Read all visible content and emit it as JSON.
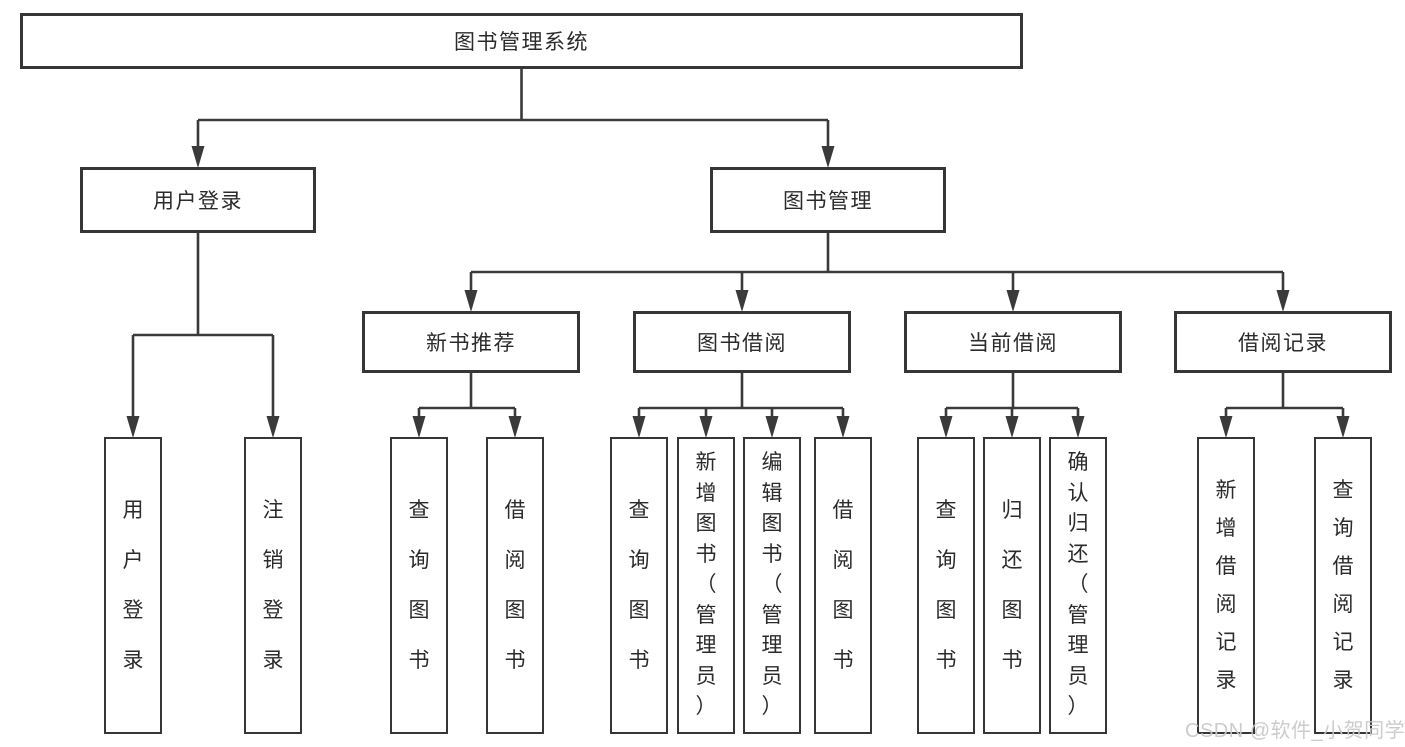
{
  "diagram_title": "图书管理系统",
  "nodes": {
    "root": {
      "label": "图书管理系统"
    },
    "user_login": {
      "label": "用户登录"
    },
    "book_mgmt": {
      "label": "图书管理"
    },
    "new_book_rec": {
      "label": "新书推荐"
    },
    "book_borrow": {
      "label": "图书借阅"
    },
    "current_borrow": {
      "label": "当前借阅"
    },
    "borrow_record": {
      "label": "借阅记录"
    },
    "leaf_user_login": {
      "label": "用户登录"
    },
    "leaf_logout": {
      "label": "注销登录"
    },
    "leaf_query_book_rec": {
      "label": "查询图书"
    },
    "leaf_borrow_book_rec": {
      "label": "借阅图书"
    },
    "leaf_query_book_borrow": {
      "label": "查询图书"
    },
    "leaf_add_book": {
      "label": "新增图书（管理员）"
    },
    "leaf_edit_book": {
      "label": "编辑图书（管理员）"
    },
    "leaf_borrow_book": {
      "label": "借阅图书"
    },
    "leaf_query_book_current": {
      "label": "查询图书"
    },
    "leaf_return_book": {
      "label": "归还图书"
    },
    "leaf_confirm_return": {
      "label": "确认归还（管理员）"
    },
    "leaf_add_borrow_record": {
      "label": "新增借阅记录"
    },
    "leaf_query_borrow_record": {
      "label": "查询借阅记录"
    }
  },
  "edges": {
    "root": [
      "user_login",
      "book_mgmt"
    ],
    "user_login": [
      "leaf_user_login",
      "leaf_logout"
    ],
    "book_mgmt": [
      "new_book_rec",
      "book_borrow",
      "current_borrow",
      "borrow_record"
    ],
    "new_book_rec": [
      "leaf_query_book_rec",
      "leaf_borrow_book_rec"
    ],
    "book_borrow": [
      "leaf_query_book_borrow",
      "leaf_add_book",
      "leaf_edit_book",
      "leaf_borrow_book"
    ],
    "current_borrow": [
      "leaf_query_book_current",
      "leaf_return_book",
      "leaf_confirm_return"
    ],
    "borrow_record": [
      "leaf_add_borrow_record",
      "leaf_query_borrow_record"
    ]
  },
  "watermark": "CSDN @软件_小贺同学",
  "colors": {
    "line": "#3a3a3a",
    "box_border": "#363636",
    "text": "#2b2b2b",
    "background": "#ffffff",
    "watermark": "#c9c9c9"
  }
}
